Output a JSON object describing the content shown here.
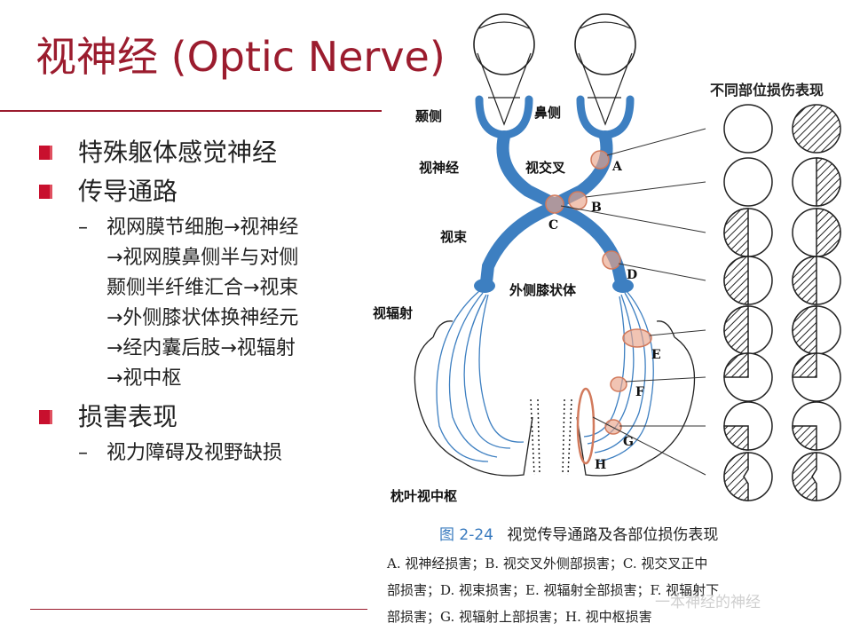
{
  "slide": {
    "title": "视神经 (Optic Nerve)",
    "bullets": [
      {
        "text": "特殊躯体感觉神经"
      },
      {
        "text": "传导通路",
        "sub_lines": [
          "视网膜节细胞→视神经",
          "→视网膜鼻侧半与对侧",
          "颞侧半纤维汇合→视束",
          "→外侧膝状体换神经元",
          "→经内囊后肢→视辐射",
          "→视中枢"
        ]
      },
      {
        "text": "损害表现",
        "sub_lines": [
          "视力障碍及视野缺损"
        ]
      }
    ],
    "sub_dash": "–"
  },
  "figure": {
    "labels": {
      "temporal": "颞侧",
      "nasal": "鼻侧",
      "optic_nerve": "视神经",
      "chiasm": "视交叉",
      "tract": "视束",
      "lgb": "外侧膝状体",
      "radiation": "视辐射",
      "cortex": "枕叶视中枢"
    },
    "lesion_letters": [
      "A",
      "B",
      "C",
      "D",
      "E",
      "F",
      "G",
      "H"
    ],
    "right_title": "不同部位损伤表现",
    "caption_number": "图 2-24",
    "caption_text": "视觉传导通路及各部位损伤表现",
    "description_lines": [
      "A. 视神经损害；B. 视交叉外侧部损害；C. 视交叉正中",
      "部损害；D. 视束损害；E. 视辐射全部损害；F. 视辐射下",
      "部损害；G. 视辐射上部损害；H. 视中枢损害"
    ],
    "watermark": "一本神经的神经",
    "colors": {
      "pathway": "#3d7fc1",
      "lesion": "#e9a58a",
      "title": "#9b1c2e",
      "caption": "#3a7bbf"
    }
  }
}
